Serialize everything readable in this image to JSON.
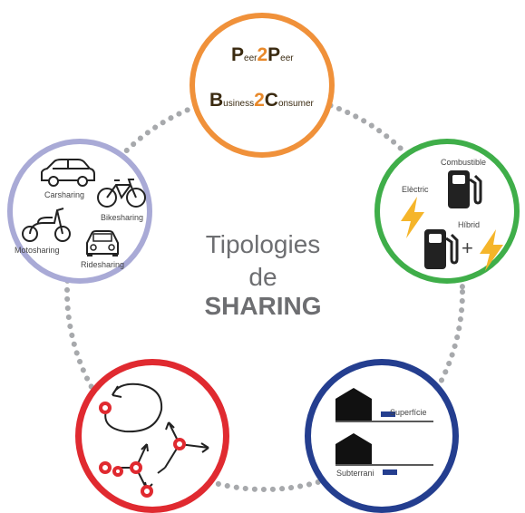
{
  "center": {
    "line1": "Tipologies",
    "line2": "de",
    "line3": "SHARING"
  },
  "models": {
    "p2p": {
      "first_cap": "P",
      "first_rest": "eer",
      "middle": "2",
      "second_cap": "P",
      "second_rest": "eer"
    },
    "b2c": {
      "first_cap": "B",
      "first_rest": "usiness",
      "middle": "2",
      "second_cap": "C",
      "second_rest": "onsumer"
    }
  },
  "vehicles": {
    "carsharing": "Carsharing",
    "bikesharing": "Bikesharing",
    "motosharing": "Motosharing",
    "ridesharing": "Ridesharing"
  },
  "energy": {
    "combustible": "Combustible",
    "electric": "Elèctric",
    "hybrid": "Híbrid",
    "plus": "+"
  },
  "parking": {
    "surface": "Superfície",
    "underground": "Subterrani"
  },
  "colors": {
    "orange": "#f0913a",
    "green": "#3fae49",
    "lavender": "#a9aad6",
    "red": "#e02a30",
    "blue": "#243e8f",
    "dots": "#a7a9ac",
    "center_text": "#6d6e71",
    "bolt": "#f5b52a"
  },
  "icons": [
    "car-icon",
    "bicycle-icon",
    "scooter-icon",
    "ride-car-icon",
    "fuel-pump-icon",
    "lightning-bolt-icon",
    "house-icon",
    "round-trip-arrow-icon"
  ]
}
